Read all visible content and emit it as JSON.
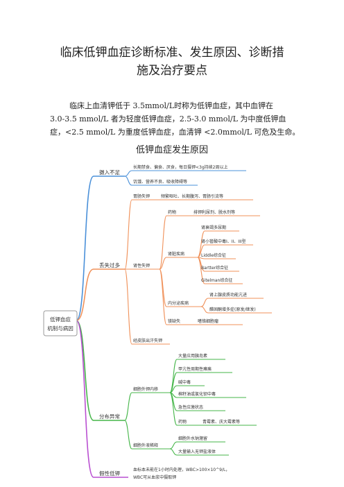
{
  "doc": {
    "title_line1": "临床低钾血症诊断标准、发生原因、诊断措",
    "title_line2": "施及治疗要点",
    "para_line1": "临床上血清钾低于 3.5mmol/L时称为低钾血症，其中血钾在",
    "para_line2": "3.0-3.5 mmol/L 者为轻度低钾血症，2.5-3.0 mmol/L 为中度低钾血",
    "para_line3": "症，<2.5 mmol/L 为重度低钾血症，血清钾 <2.0mmol/L 可危及生命。",
    "mindmap_title": "低钾血症发生原因"
  },
  "mindmap": {
    "root_line1": "低钾血症",
    "root_line2": "机制与病因",
    "branch_intake": "摄入不足",
    "intake_1": "长期禁食、偏食、厌食，每日摄钾<3g持续2周以上",
    "intake_2": "饥饿、营养不良、吸收障碍等",
    "branch_loss": "丢失过多",
    "loss_gi": "胃肠失钾",
    "loss_gi_1": "频繁呕吐、长期腹泻、胃肠引流等",
    "loss_renal": "肾性失钾",
    "drugs": "药物",
    "drugs_1": "排钾利尿剂、脱水剂等",
    "kidney": "肾脏疾病",
    "kidney_1": "肾衰竭多尿期",
    "kidney_2": "肾小管酸中毒I、II、III型",
    "kidney_3": "Liddle综合征",
    "kidney_4": "Bartter综合征",
    "kidney_5": "Gitelman综合征",
    "endo": "内分泌疾病",
    "endo_1": "肾上腺皮质功能亢进",
    "endo_2": "醛固酮增多症(原发/继发)",
    "mg": "镁缺失",
    "mg_1": "嗜铬细胞瘤",
    "loss_skin": "经皮肤出汗失钾",
    "branch_dist": "分布异常",
    "intra": "细胞外钾内移",
    "intra_1": "大量应用胰岛素",
    "intra_2": "甲亢性周期性瘫痪",
    "intra_3": "碱中毒",
    "intra_4": "棉籽油或氯化钡中毒",
    "intra_5": "急性应激状态",
    "intra_drug": "药物",
    "intra_drug_1": "青霉素、庆大霉素等",
    "extra": "细胞外液稀释",
    "extra_1": "细胞外水钠潴留",
    "extra_2": "大量输入无钾盐液体",
    "branch_pseudo": "假性低钾",
    "pseudo_1": "血标本未能在1小时内处理，WBC>100×10^9/L，",
    "pseudo_2": "WBC可从血浆中摄取钾"
  },
  "colors": {
    "blue": "#4a90d9",
    "orange": "#f0915a",
    "green": "#45b649",
    "purple": "#b94fd1",
    "root_border": "#999999"
  }
}
